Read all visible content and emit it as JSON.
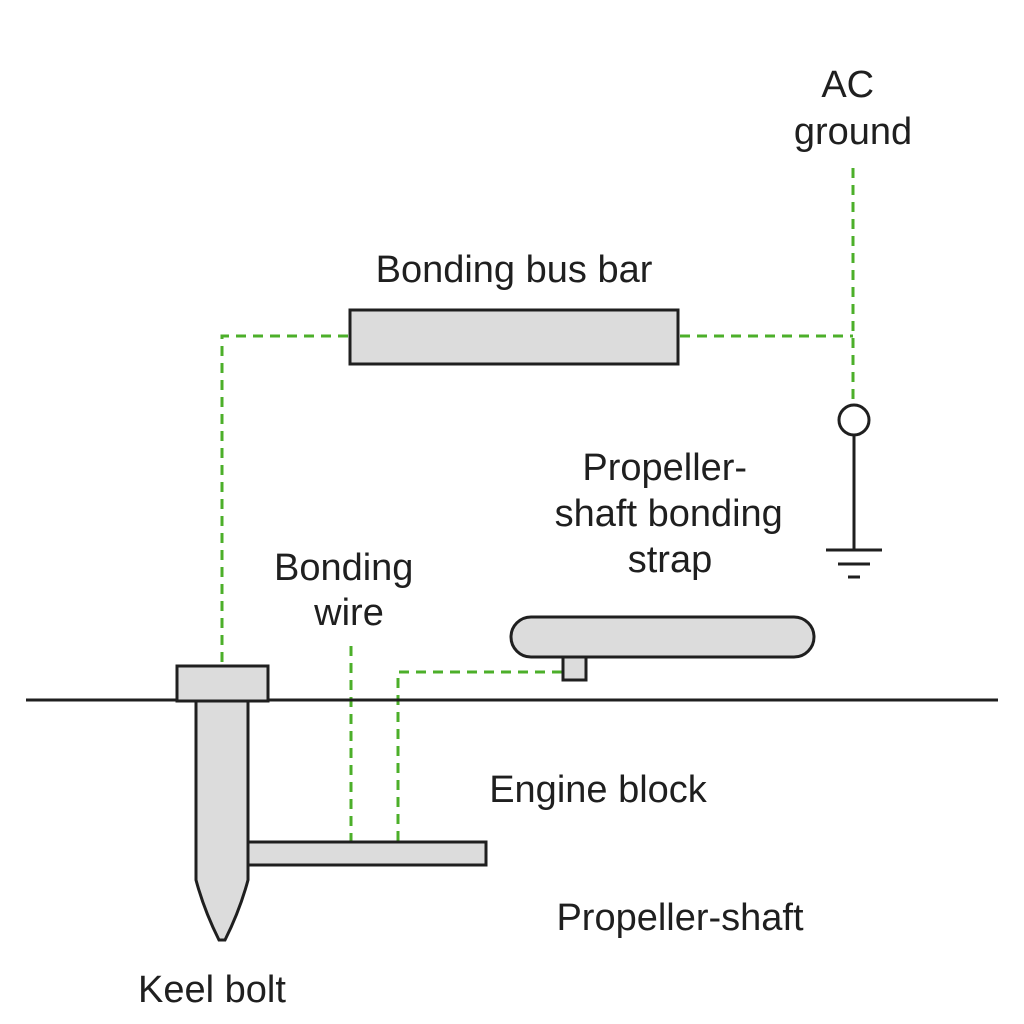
{
  "colors": {
    "wire": "#4caf2a",
    "outline": "#1f1f1f",
    "part_fill": "#dcdcdc",
    "text": "#1f1f1f",
    "background": "#ffffff"
  },
  "labels": {
    "ac_ground": [
      "AC",
      "ground"
    ],
    "bonding_bus_bar": [
      "Bonding bus bar"
    ],
    "prop_strap": [
      "Propeller-",
      "shaft bonding",
      "strap"
    ],
    "bonding_wire": [
      "Bonding",
      "wire"
    ],
    "engine_block": [
      "Engine block"
    ],
    "propeller_shaft": [
      "Propeller-shaft"
    ],
    "keel_bolt": [
      "Keel bolt"
    ]
  },
  "icons": {
    "ground": "ground-symbol-icon",
    "terminal": "terminal-circle-icon"
  }
}
